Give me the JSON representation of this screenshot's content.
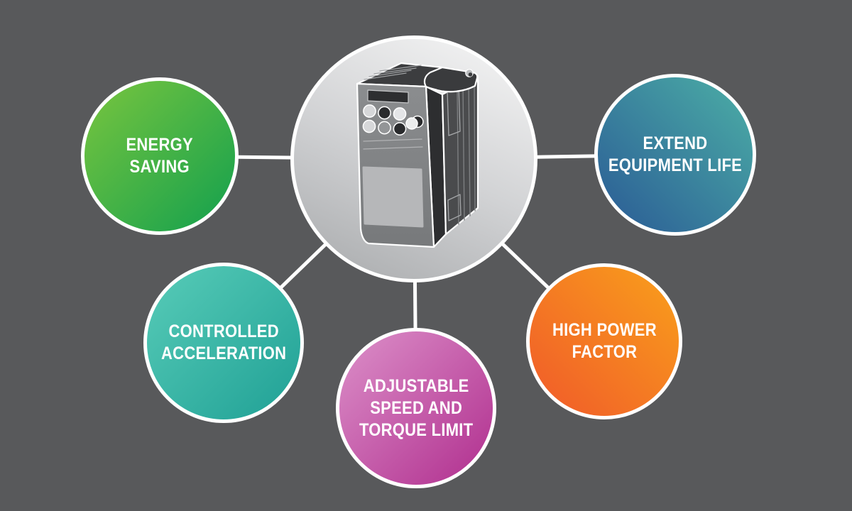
{
  "diagram": {
    "background_color": "#58595b",
    "connector_color": "#ffffff",
    "circle_border_color": "#ffffff",
    "hub": {
      "fill_top": "#f7f7f7",
      "fill_bottom": "#a7a9ab",
      "device_icon": "variable-frequency-drive"
    },
    "nodes": [
      {
        "id": "energy-saving",
        "lines": [
          "ENERGY",
          "SAVING"
        ],
        "color_from": "#79c53e",
        "color_to": "#12a04e",
        "gradient_angle": "135deg"
      },
      {
        "id": "extend-equipment-life",
        "lines": [
          "EXTEND",
          "EQUIPMENT LIFE"
        ],
        "color_from": "#4cafa6",
        "color_to": "#2a5a95",
        "gradient_angle": "225deg"
      },
      {
        "id": "controlled-acceleration",
        "lines": [
          "CONTROLLED",
          "ACCELERATION"
        ],
        "color_from": "#58ccb8",
        "color_to": "#1fa095",
        "gradient_angle": "135deg"
      },
      {
        "id": "adjustable-speed-torque",
        "lines": [
          "ADJUSTABLE",
          "SPEED AND",
          "TORQUE LIMIT"
        ],
        "color_from": "#dc90c9",
        "color_to": "#b02e8e",
        "gradient_angle": "135deg"
      },
      {
        "id": "high-power-factor",
        "lines": [
          "HIGH POWER",
          "FACTOR"
        ],
        "color_from": "#f9a01b",
        "color_to": "#f0592a",
        "gradient_angle": "225deg"
      }
    ]
  }
}
